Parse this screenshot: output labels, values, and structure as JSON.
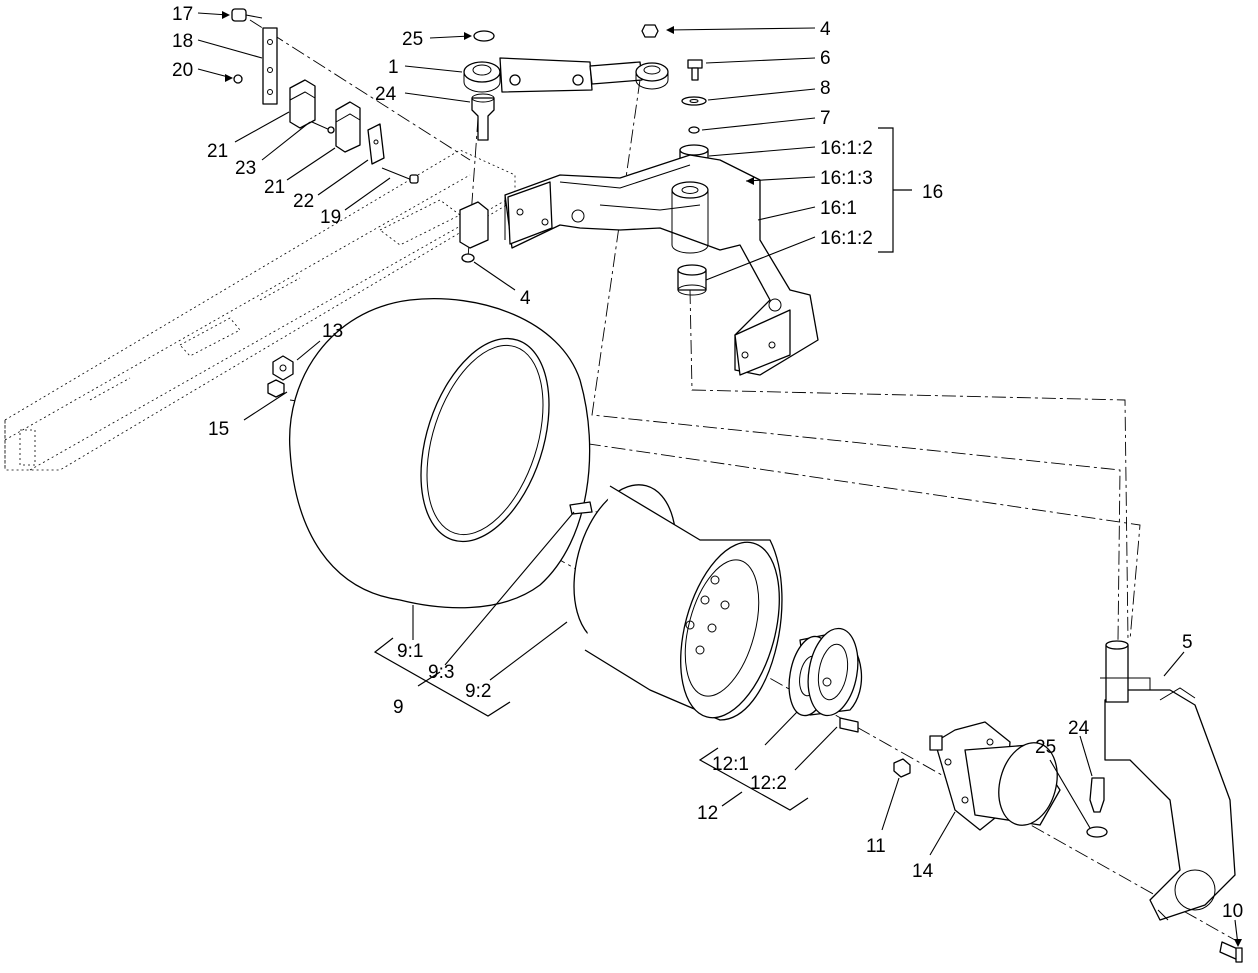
{
  "callouts": {
    "c17": "17",
    "c18": "18",
    "c20": "20",
    "c21a": "21",
    "c23": "23",
    "c21b": "21",
    "c22": "22",
    "c19": "19",
    "c25a": "25",
    "c1": "1",
    "c24a": "24",
    "c4a": "4",
    "c6": "6",
    "c8": "8",
    "c7": "7",
    "c16_1_2a": "16:1:2",
    "c16_1_3": "16:1:3",
    "c16_1": "16:1",
    "c16_1_2b": "16:1:2",
    "c16": "16",
    "c4b": "4",
    "c13": "13",
    "c15": "15",
    "c9_1": "9:1",
    "c9_3": "9:3",
    "c9_2": "9:2",
    "c9": "9",
    "c5": "5",
    "c24b": "24",
    "c25b": "25",
    "c12_1": "12:1",
    "c12_2": "12:2",
    "c12": "12",
    "c11": "11",
    "c14": "14",
    "c10": "10"
  }
}
